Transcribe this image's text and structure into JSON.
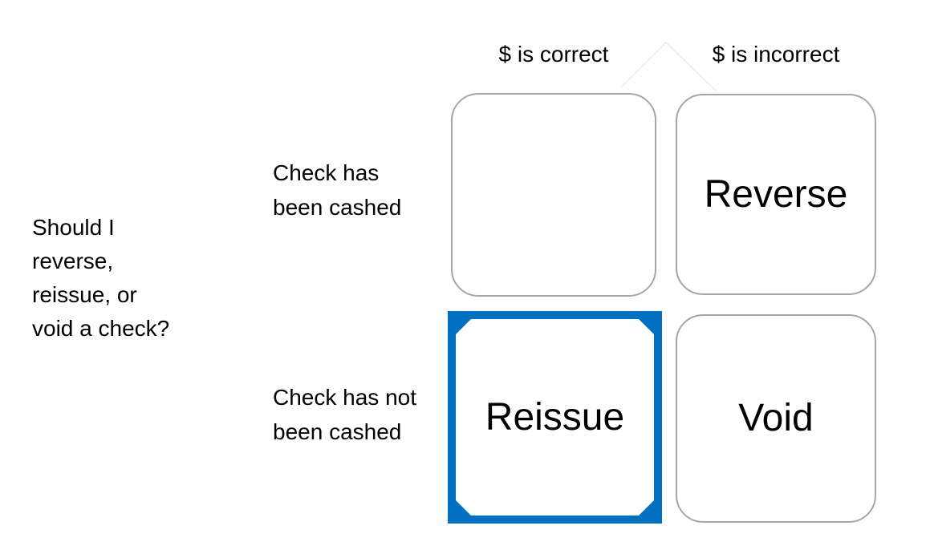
{
  "question": {
    "text": "Should I\nreverse,\nreissue, or\nvoid a check?"
  },
  "matrix": {
    "columns": [
      {
        "label": "$ is correct"
      },
      {
        "label": "$ is incorrect"
      }
    ],
    "rows": [
      {
        "label": "Check has\nbeen cashed"
      },
      {
        "label": "Check has not\nbeen cashed"
      }
    ],
    "cells": [
      {
        "row": "Check has been cashed",
        "column": "$ is correct",
        "action": "",
        "highlighted": false
      },
      {
        "row": "Check has been cashed",
        "column": "$ is incorrect",
        "action": "Reverse",
        "highlighted": false
      },
      {
        "row": "Check has not been cashed",
        "column": "$ is correct",
        "action": "Reissue",
        "highlighted": true
      },
      {
        "row": "Check has not been cashed",
        "column": "$ is incorrect",
        "action": "Void",
        "highlighted": false
      }
    ]
  },
  "colors": {
    "highlight_border": "#0070C0",
    "cell_border": "#A6A6A6",
    "faint_line": "#E9E9E9",
    "text": "#000000",
    "background": "#FFFFFF"
  }
}
